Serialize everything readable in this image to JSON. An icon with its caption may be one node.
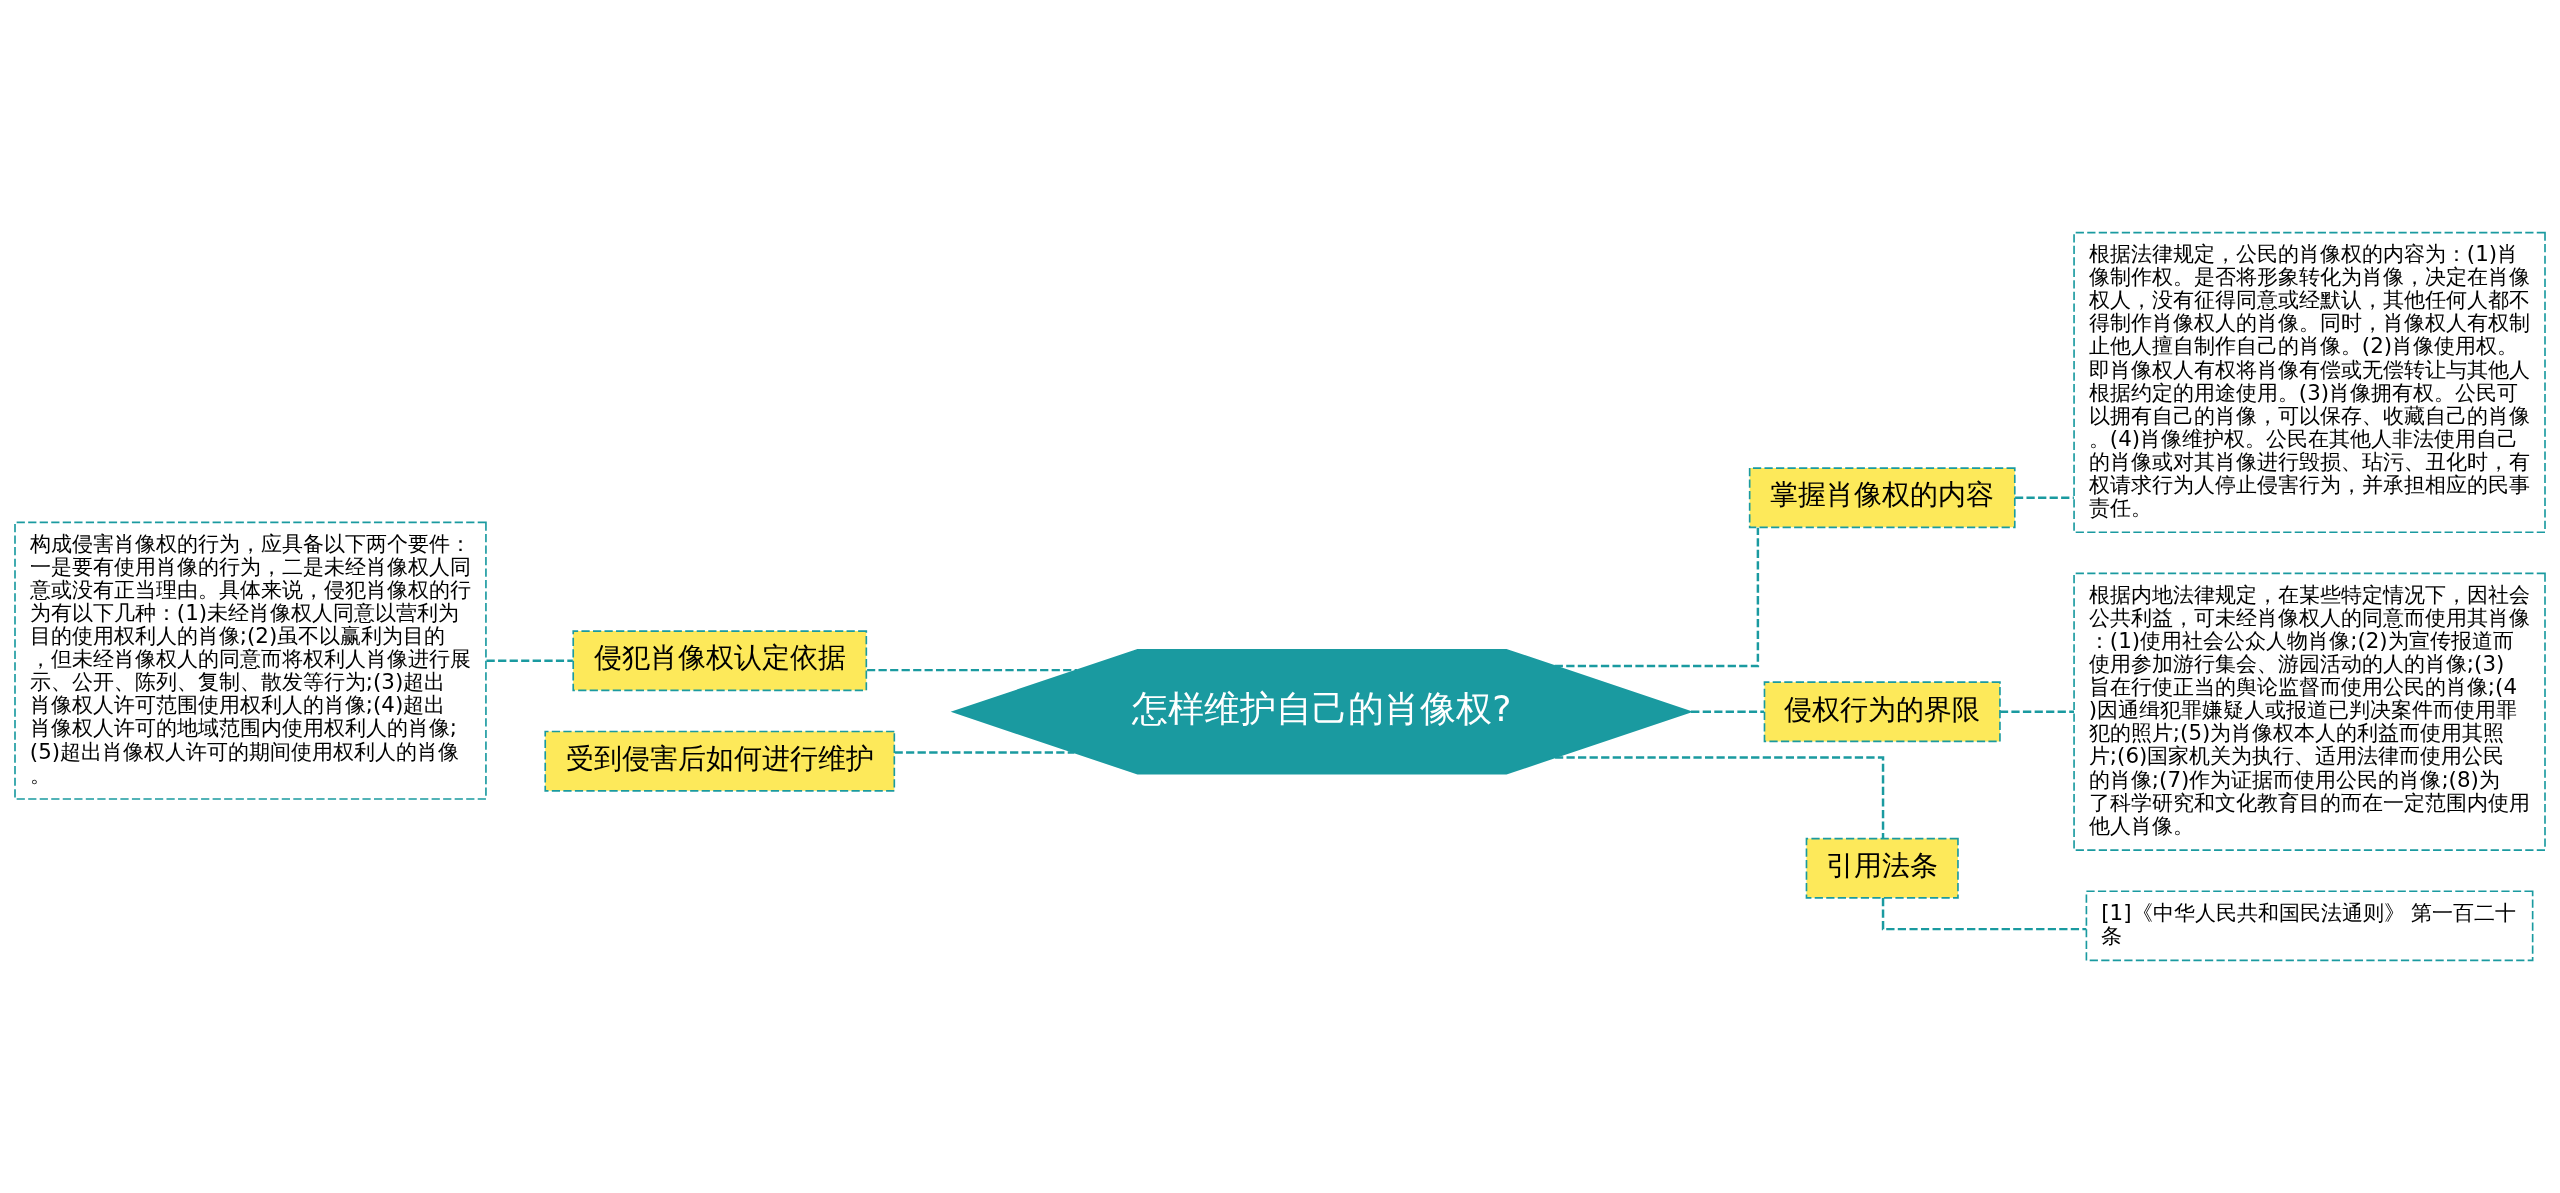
{
  "diagram": {
    "nodes": [
      {
        "text": [
          "怎样维护自己的肖像权?"
        ]
      },
      {
        "text": [
          "侵犯肖像权认定依据"
        ]
      },
      {
        "text": [
          "构成侵害肖像权的行为，应具备以下两个要件：一是要有使用肖像的行为，二是未经肖像权人同意或没有正当理由。具体来说，侵犯肖像权的行为有以下几种：(1)未经肖像权人同意以营利为目的使用权利人的肖像;(2)虽不以赢利为目的，但未经肖像权人的同意而将权利人肖像进行展示、公开、陈列、复制、散发等行为;(3)超出肖像权人许可范围使用权利人的肖像;(4)超出肖像权人许可的地域范围内使用权利人的肖像;(5)超出肖像权人许可的期间使用权利人的肖像。"
        ]
      },
      {
        "text": [
          "受到侵害后如何进行维护"
        ]
      },
      {
        "text": [
          "掌握肖像权的内容"
        ]
      },
      {
        "text": [
          "根据法律规定，公民的肖像权的内容为：(1)肖像制作权。是否将形象转化为肖像，决定在肖像权人，没有征得同意或经默认，其他任何人都不得制作肖像权人的肖像。同时，肖像权人有权制止他人擅自制作自己的肖像。(2)肖像使用权。即肖像权人有权将肖像有偿或无偿转让与其他人根据约定的用途使用。(3)肖像拥有权。公民可以拥有自己的肖像，可以保存、收藏自己的肖像。(4)肖像维护权。公民在其他人非法使用自己的肖像或对其肖像进行毁损、玷污、丑化时，有权请求行为人停止侵害行为，并承担相应的民事责任。"
        ]
      },
      {
        "text": [
          "侵权行为的界限"
        ]
      },
      {
        "text": [
          "根据内地法律规定，在某些特定情况下，因社会公共利益，可未经肖像权人的同意而使用其肖像：(1)使用社会公众人物肖像;(2)为宣传报道而使用参加游行集会、游园活动的人的肖像;(3)旨在行使正当的舆论监督而使用公民的肖像;(4)因通缉犯罪嫌疑人或报道已判决案件而使用罪犯的照片;(5)为肖像权本人的利益而使用其照片;(6)国家机关为执行、适用法律而使用公民的肖像;(7)作为证据而使用公民的肖像;(8)为了科学研究和文化教育目的而在一定范围内使用他人肖像。"
        ]
      },
      {
        "text": [
          "引用法条"
        ]
      },
      {
        "text": [
          "[1]《中华人民共和国民法通则》 第一百二十条"
        ]
      }
    ],
    "edges": [
      {
        "from": 0,
        "to": 1,
        "arrow": "none"
      },
      {
        "from": 1,
        "to": 2,
        "arrow": "none"
      },
      {
        "from": 0,
        "to": 3,
        "arrow": "none"
      },
      {
        "from": 0,
        "to": 4,
        "arrow": "none"
      },
      {
        "from": 4,
        "to": 5,
        "arrow": "none"
      },
      {
        "from": 0,
        "to": 6,
        "arrow": "none"
      },
      {
        "from": 6,
        "to": 7,
        "arrow": "none"
      },
      {
        "from": 0,
        "to": 8,
        "arrow": "none"
      },
      {
        "from": 8,
        "to": 9,
        "arrow": "none"
      }
    ]
  }
}
